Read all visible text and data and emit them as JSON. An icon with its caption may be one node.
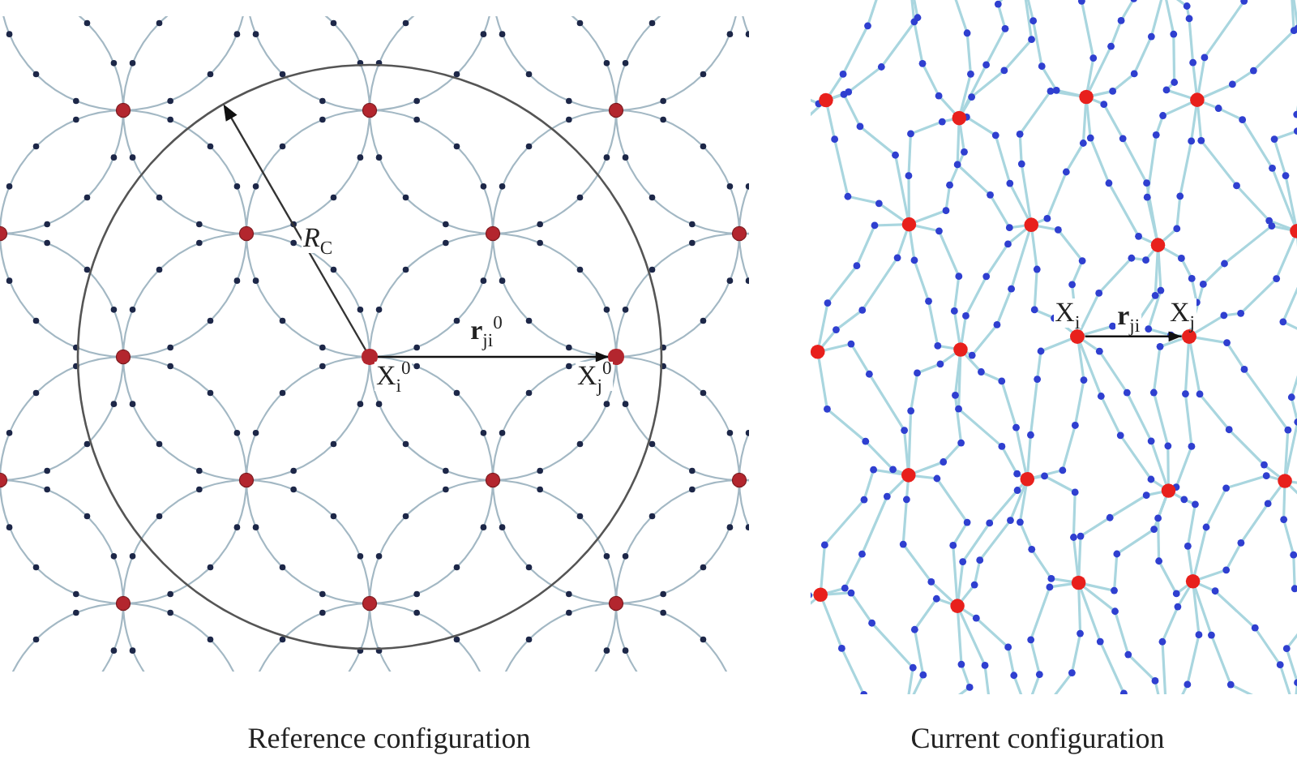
{
  "diagram": {
    "nodes": [
      {
        "text": [],
        "shape": "circle",
        "beside": [
          "X$_{i}$$^{0}$"
        ]
      },
      {
        "text": [],
        "shape": "circle",
        "beside": [
          "X$_{j}$$^{0}$"
        ]
      },
      {
        "text": [],
        "shape": "circle",
        "beside": [
          "X$_{i}$"
        ]
      },
      {
        "text": [],
        "shape": "circle",
        "beside": [
          "X$_{j}$"
        ]
      }
    ],
    "edges": [
      {
        "from": 0,
        "to": 1,
        "arrow": "to",
        "label": "**r**$_{ji}$$^{0}$"
      },
      {
        "from": 2,
        "to": 3,
        "arrow": "to",
        "label": "**r**$_{ji}$"
      }
    ],
    "labels": [
      "*R*$_{C}$",
      "Reference configuration",
      "Current configuration"
    ]
  }
}
